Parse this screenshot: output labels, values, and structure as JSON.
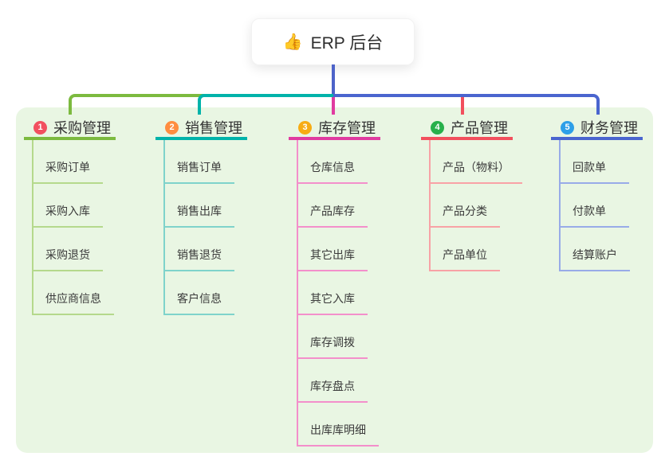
{
  "title": {
    "icon": "👍",
    "text": "ERP 后台"
  },
  "connector_color": "#4d63c9",
  "panel_bg": "#e9f6e3",
  "branches": [
    {
      "number": "1",
      "label": "采购管理",
      "line_color": "#7cba3f",
      "light_color": "#b5d98c",
      "badge_color": "#f25060",
      "items": [
        "采购订单",
        "采购入库",
        "采购退货",
        "供应商信息"
      ]
    },
    {
      "number": "2",
      "label": "销售管理",
      "line_color": "#00b3aa",
      "light_color": "#7fd3cb",
      "badge_color": "#ff8d40",
      "items": [
        "销售订单",
        "销售出库",
        "销售退货",
        "客户信息"
      ]
    },
    {
      "number": "3",
      "label": "库存管理",
      "line_color": "#e03ba0",
      "light_color": "#f38fcb",
      "badge_color": "#f7ac14",
      "items": [
        "仓库信息",
        "产品库存",
        "其它出库",
        "其它入库",
        "库存调拨",
        "库存盘点",
        "出库库明细"
      ]
    },
    {
      "number": "4",
      "label": "产品管理",
      "line_color": "#f24f5d",
      "light_color": "#f8a2a6",
      "badge_color": "#27b04b",
      "items": [
        "产品（物料）",
        "产品分类",
        "产品单位"
      ]
    },
    {
      "number": "5",
      "label": "财务管理",
      "line_color": "#4a65cf",
      "light_color": "#98abe8",
      "badge_color": "#2d9fe8",
      "items": [
        "回款单",
        "付款单",
        "结算账户"
      ]
    }
  ]
}
